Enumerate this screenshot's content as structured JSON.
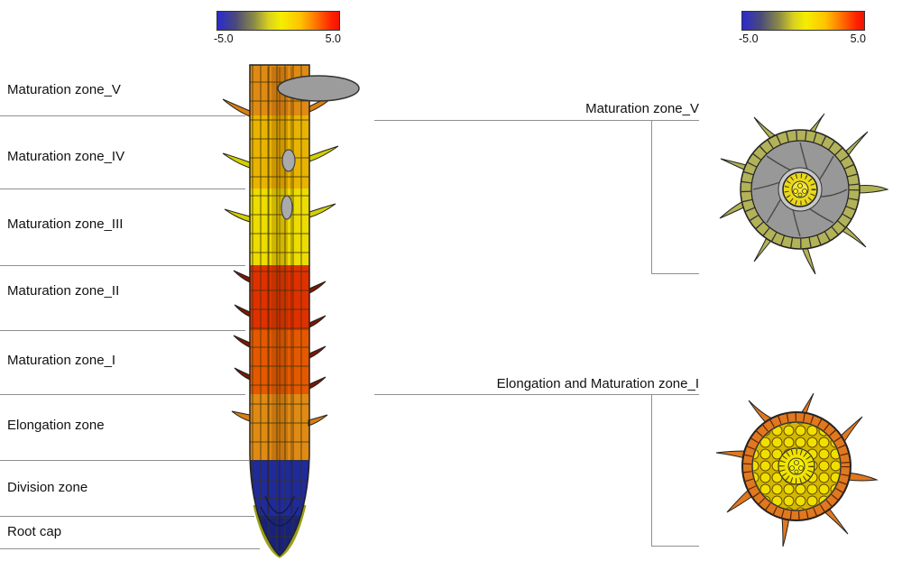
{
  "colorbar_left": {
    "min_label": "-5.0",
    "max_label": "5.0"
  },
  "colorbar_right": {
    "min_label": "-5.0",
    "max_label": "5.0"
  },
  "zones": [
    {
      "label": "Maturation zone_V"
    },
    {
      "label": "Maturation zone_IV"
    },
    {
      "label": "Maturation zone_III"
    },
    {
      "label": "Maturation zone_II"
    },
    {
      "label": "Maturation zone_I"
    },
    {
      "label": "Elongation zone"
    },
    {
      "label": "Division zone"
    },
    {
      "label": "Root cap"
    }
  ],
  "cross_sections": {
    "top": {
      "label": "Maturation zone_V"
    },
    "bottom": {
      "label": "Elongation and Maturation zone_I"
    }
  },
  "scale": {
    "min": -5.0,
    "max": 5.0,
    "gradient": [
      "#2a2ad0",
      "#5c5c60",
      "#c8c428",
      "#f4ee00",
      "#ff9c00",
      "#ff2000"
    ]
  },
  "palette": {
    "maturation_v": "#e08a14",
    "maturation_iv": "#e9b400",
    "maturation_iii": "#ecdc00",
    "maturation_ii": "#e03000",
    "maturation_i": "#e65800",
    "elongation": "#e08a14",
    "division": "#1f2a9c",
    "root_cap": "#18227e",
    "lateral_root_gray": "#9c9c9c",
    "section_top_ring": "#b2b258",
    "section_top_cortex": "#989898",
    "section_top_stele": "#ead818",
    "section_bottom_ring": "#e07820",
    "section_bottom_inner": "#e8d400"
  }
}
